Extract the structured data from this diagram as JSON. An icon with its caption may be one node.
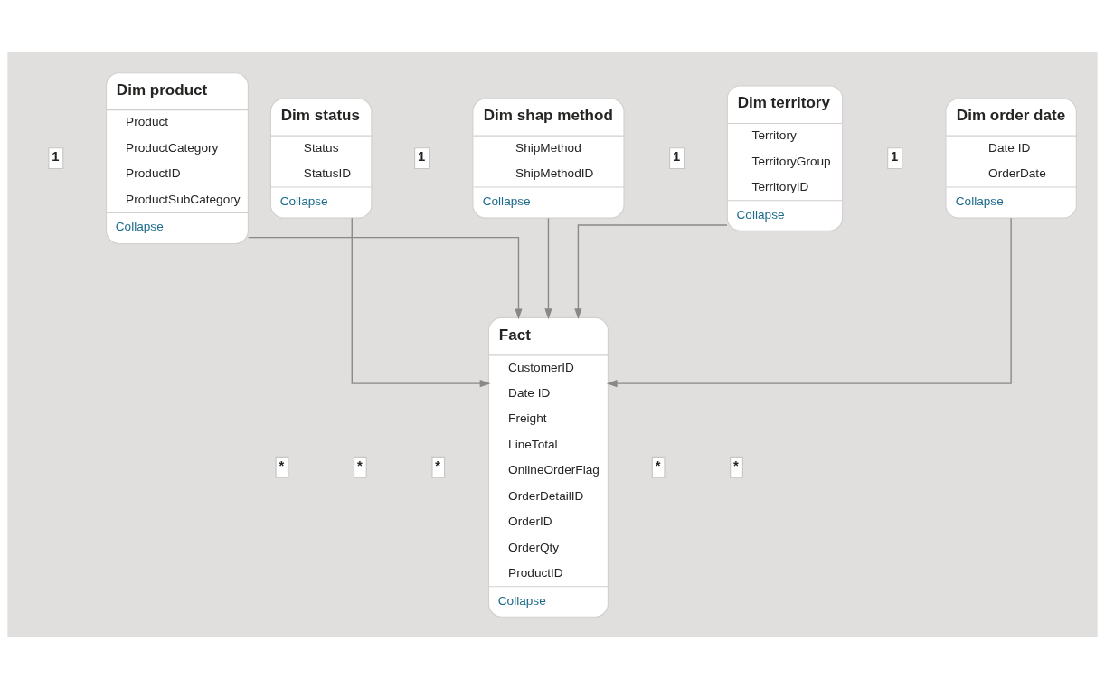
{
  "diagram": {
    "nodes": [
      {
        "text": [
          "Dim status",
          "Status",
          "StatusID",
          "Collapse"
        ]
      },
      {
        "text": [
          "Dim territory",
          "Territory",
          "TerritoryGroup",
          "TerritoryID",
          "Collapse"
        ]
      },
      {
        "text": [
          "Fact",
          "CustomerID",
          "Date ID",
          "Freight",
          "LineTotal",
          "OnlineOrderFlag",
          "OrderDetailID",
          "OrderID",
          "OrderQty",
          "ProductID",
          "Collapse"
        ]
      },
      {
        "text": [
          "Dim order date",
          "Date ID",
          "OrderDate",
          "Collapse"
        ]
      },
      {
        "text": [
          "Dim product",
          "Product",
          "ProductCategory",
          "ProductID",
          "ProductSubCategory",
          "Collapse"
        ]
      },
      {
        "text": [
          "Dim shap method",
          "ShipMethod",
          "ShipMethodID",
          "Collapse"
        ]
      }
    ],
    "edges": [
      {
        "from": 0,
        "to": 2,
        "arrow": "to"
      },
      {
        "from": 1,
        "to": 2,
        "arrow": "to"
      },
      {
        "from": 3,
        "to": 2,
        "arrow": "to"
      },
      {
        "from": 4,
        "to": 2,
        "arrow": "to"
      },
      {
        "from": 5,
        "to": 2,
        "arrow": "to"
      }
    ],
    "labels": [
      "1",
      "*",
      "*",
      "*",
      "*",
      "1",
      "1",
      "*",
      "1"
    ]
  }
}
